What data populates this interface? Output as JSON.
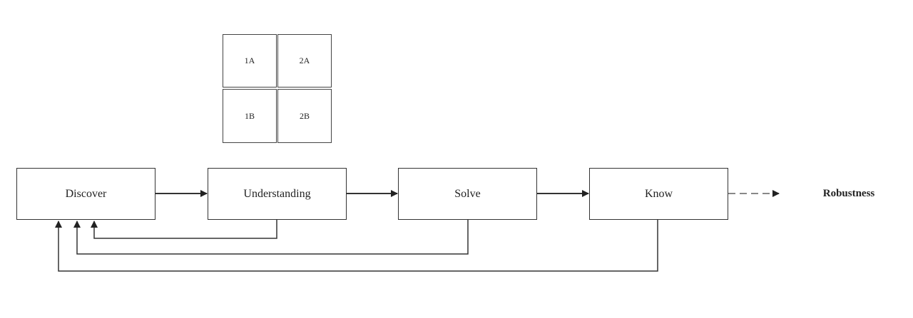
{
  "matrix": {
    "cells": [
      {
        "id": "1A",
        "label": "1A"
      },
      {
        "id": "2A",
        "label": "2A"
      },
      {
        "id": "1B",
        "label": "1B"
      },
      {
        "id": "2B",
        "label": "2B"
      }
    ]
  },
  "process": {
    "stages": [
      {
        "id": "discover",
        "label": "Discover"
      },
      {
        "id": "understanding",
        "label": "Understanding"
      },
      {
        "id": "solve",
        "label": "Solve"
      },
      {
        "id": "know",
        "label": "Know"
      }
    ],
    "outcome": {
      "label": "Robustness"
    }
  },
  "colors": {
    "line": "#333333",
    "dashed": "#777777"
  }
}
